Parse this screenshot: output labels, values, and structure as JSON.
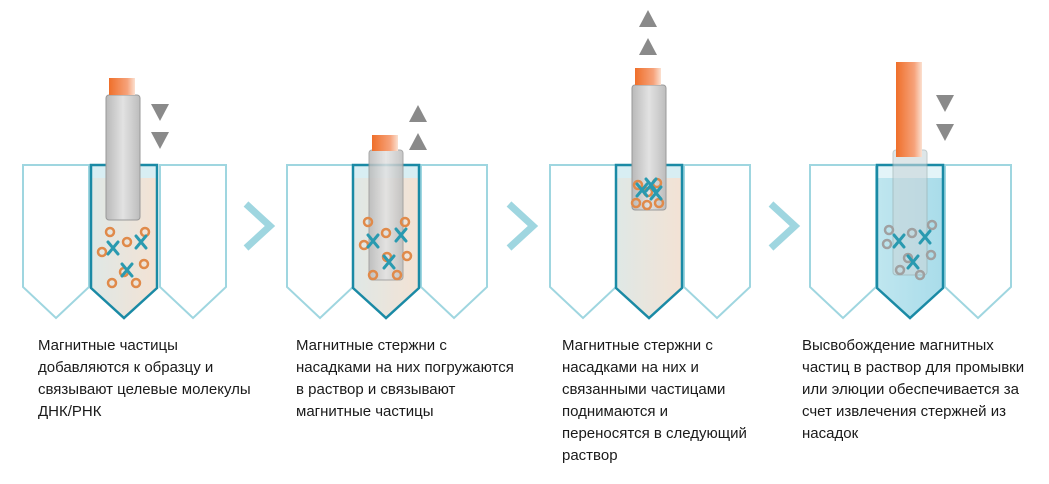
{
  "colors": {
    "well": "#9fd6e0",
    "well_active": "#1a8aa5",
    "rod": "#c8c8c8",
    "tip": "#f0803c",
    "particle": "#e08a4a",
    "molecule": "#2a9ab0",
    "arrow": "#8a8a8a",
    "chevron": "#9fd6e0"
  },
  "steps": [
    {
      "caption": "Магнитные частицы добавляются к образцу и связывают целевые молекулы ДНК/РНК"
    },
    {
      "caption": "Магнитные стержни с насадками на них погружаются в раствор и связывают магнитные частицы"
    },
    {
      "caption": "Магнитные стержни с насадками на них и связанными частицами поднимаются и переносятся в следующий раствор"
    },
    {
      "caption": "Высвобождение магнитных частиц в раствор для промывки или элюции обеспечивается за счет извлечения стержней из насадок"
    }
  ]
}
